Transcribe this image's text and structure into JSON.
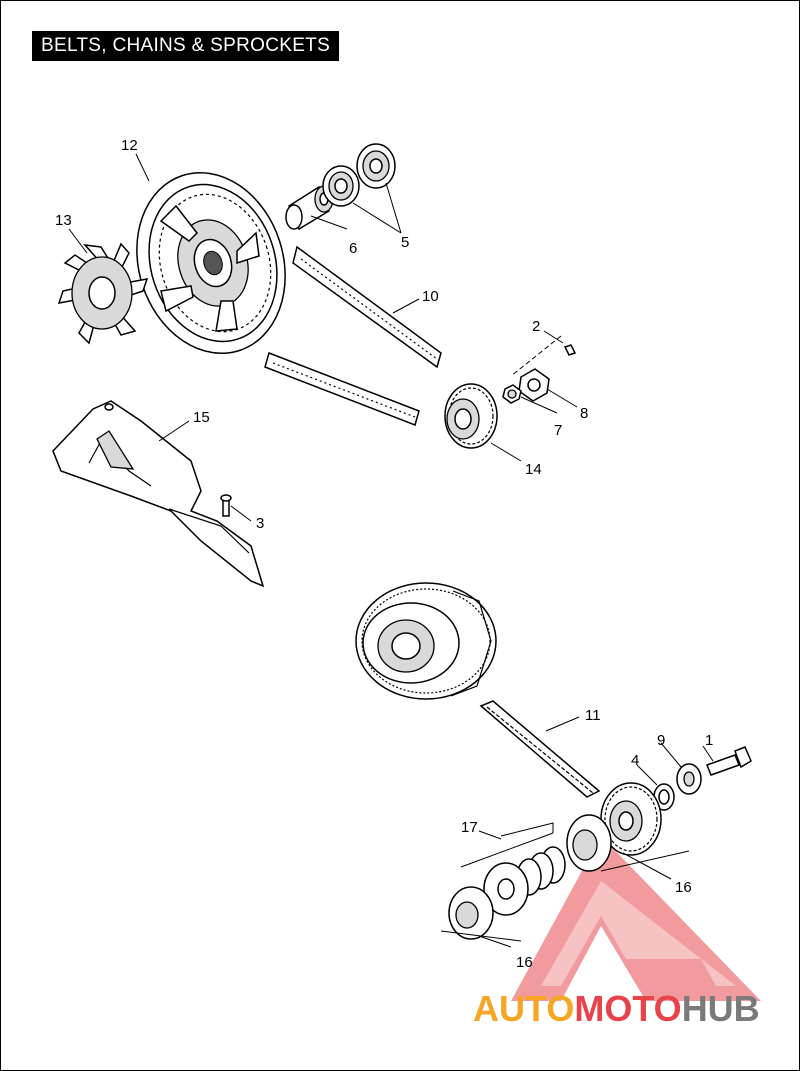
{
  "title": "BELTS, CHAINS & SPROCKETS",
  "callouts": {
    "c1": "1",
    "c2": "2",
    "c3": "3",
    "c4": "4",
    "c5": "5",
    "c6": "6",
    "c7": "7",
    "c8": "8",
    "c9": "9",
    "c10": "10",
    "c11": "11",
    "c12": "12",
    "c13": "13",
    "c14": "14",
    "c15": "15",
    "c16a": "16",
    "c16b": "16",
    "c17": "17"
  },
  "watermark": {
    "part_a": "AUTO",
    "part_b": "MOTO",
    "part_c": "HUB",
    "colors": {
      "orange": "#f5a623",
      "red": "#e8434a",
      "grey": "#7a7a7a"
    }
  }
}
